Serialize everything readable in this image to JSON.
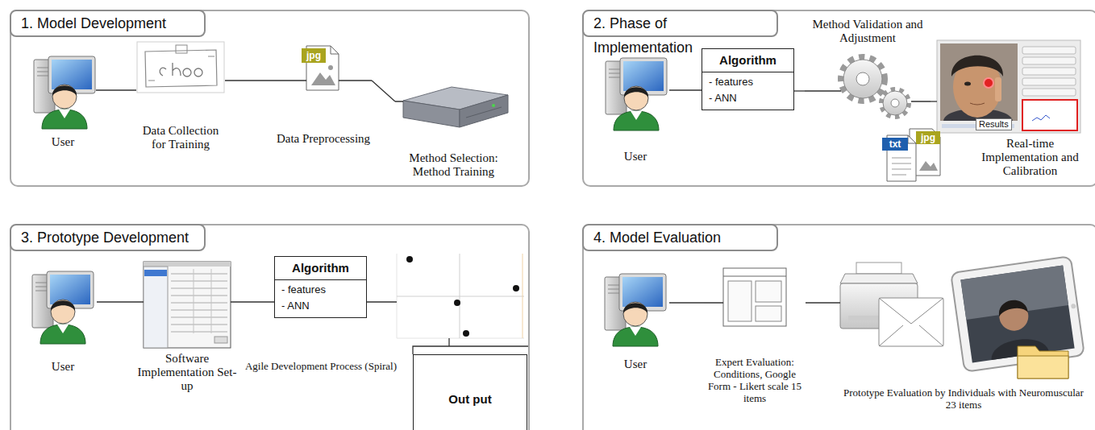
{
  "diagram": {
    "nodes": [
      {
        "text": [
          "1. Model Development"
        ]
      },
      {
        "text": [
          "User"
        ],
        "in": 0
      },
      {
        "text": [
          "Data Collection for Training"
        ],
        "in": 0
      },
      {
        "text": [
          "Data Preprocessing"
        ],
        "in": 0
      },
      {
        "text": [
          "Method Selection: Method Training"
        ],
        "in": 0
      },
      {
        "text": [
          "2. Phase of Implementation"
        ]
      },
      {
        "text": [
          "User"
        ],
        "in": 5
      },
      {
        "text": [
          "Algorithm",
          "- features",
          "- ANN"
        ],
        "in": 5
      },
      {
        "text": [
          "Method Validation and Adjustment"
        ],
        "in": 5
      },
      {
        "text": [
          "Results"
        ],
        "in": 5
      },
      {
        "text": [
          "Real-time Implementation and Calibration"
        ],
        "in": 5
      },
      {
        "text": [
          "3. Prototype Development"
        ]
      },
      {
        "text": [
          "User"
        ],
        "in": 11
      },
      {
        "text": [
          "Software Implementation Set-up"
        ],
        "in": 11
      },
      {
        "text": [
          "Algorithm",
          "- features",
          "- ANN"
        ],
        "in": 11
      },
      {
        "text": [
          "Out put"
        ],
        "in": 11
      },
      {
        "text": [
          "4. Model Evaluation"
        ]
      },
      {
        "text": [
          "User"
        ],
        "in": 16
      },
      {
        "text": [
          "Expert Evaluation: Conditions, Google Form - Likert scale 15 items"
        ],
        "in": 16
      },
      {
        "text": [
          "Prototype Evaluation by Individuals with Neuromuscular 23 items"
        ],
        "in": 16
      }
    ],
    "edges": [
      {
        "from": 1,
        "to": 2,
        "arrow": "none"
      },
      {
        "from": 2,
        "to": 3,
        "arrow": "none"
      },
      {
        "from": 3,
        "to": 4,
        "arrow": "none"
      },
      {
        "from": 6,
        "to": 7,
        "arrow": "none"
      },
      {
        "from": 7,
        "to": 8,
        "arrow": "none"
      },
      {
        "from": 8,
        "to": 9,
        "arrow": "none"
      },
      {
        "from": 12,
        "to": 13,
        "arrow": "none"
      },
      {
        "from": 13,
        "to": 14,
        "arrow": "none"
      },
      {
        "from": 17,
        "to": 18,
        "arrow": "none"
      },
      {
        "from": 18,
        "to": 19,
        "arrow": "none"
      }
    ],
    "labels": [
      "jpg",
      "txt",
      "jpg",
      "Agile Development Process (Spiral)"
    ]
  }
}
